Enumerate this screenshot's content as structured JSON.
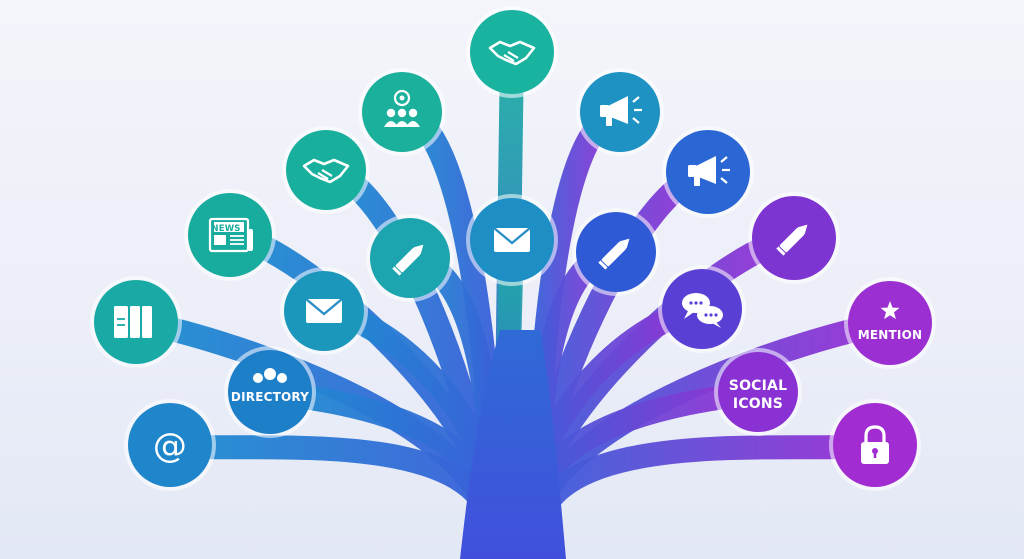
{
  "palette": {
    "teal": "#17b6a3",
    "aqua": "#1ba7b4",
    "ocean": "#1f86c9",
    "blue": "#2d5fd6",
    "indigo": "#3f47cf",
    "violet": "#7436d2",
    "purple": "#9b2fd3",
    "trunk": "#3a5fd9"
  },
  "nodes": [
    {
      "id": "handshake-top",
      "icon": "handshake-icon",
      "label": "",
      "color": "#19b3a0"
    },
    {
      "id": "group-target",
      "icon": "group-icon",
      "label": "",
      "color": "#1bb09c"
    },
    {
      "id": "megaphone-upper",
      "icon": "megaphone-icon",
      "label": "",
      "color": "#1e93c3"
    },
    {
      "id": "handshake-left",
      "icon": "handshake-icon",
      "label": "",
      "color": "#18b09d"
    },
    {
      "id": "megaphone-right",
      "icon": "megaphone-icon",
      "label": "",
      "color": "#2a67d4"
    },
    {
      "id": "news",
      "icon": "newspaper-icon",
      "label": "NEWS",
      "color": "#18ac9e"
    },
    {
      "id": "email-center",
      "icon": "envelope-icon",
      "label": "",
      "color": "#1e8fc4"
    },
    {
      "id": "pencil-left",
      "icon": "pencil-icon",
      "label": "",
      "color": "#1ca5ae"
    },
    {
      "id": "pencil-mid-right",
      "icon": "pencil-icon",
      "label": "",
      "color": "#2f5ad6"
    },
    {
      "id": "pencil-right",
      "icon": "pencil-icon",
      "label": "",
      "color": "#7d34d1"
    },
    {
      "id": "folders",
      "icon": "folders-icon",
      "label": "",
      "color": "#19aaa6"
    },
    {
      "id": "email-left",
      "icon": "envelope-icon",
      "label": "",
      "color": "#1b97bc"
    },
    {
      "id": "chat",
      "icon": "chat-bubbles-icon",
      "label": "",
      "color": "#5a3fd4"
    },
    {
      "id": "mention",
      "icon": "star-icon",
      "label": "MENTION",
      "color": "#9c2fd2"
    },
    {
      "id": "directory",
      "icon": "people-icon",
      "label": "DIRECTORY",
      "color": "#1e7fc9"
    },
    {
      "id": "social-icons",
      "icon": "",
      "label": "SOCIAL ICONS",
      "color": "#8a31d3"
    },
    {
      "id": "at-sign",
      "icon": "at-sign-icon",
      "label": "@",
      "color": "#1f86cb"
    },
    {
      "id": "lock",
      "icon": "lock-icon",
      "label": "",
      "color": "#a12cd1"
    }
  ]
}
